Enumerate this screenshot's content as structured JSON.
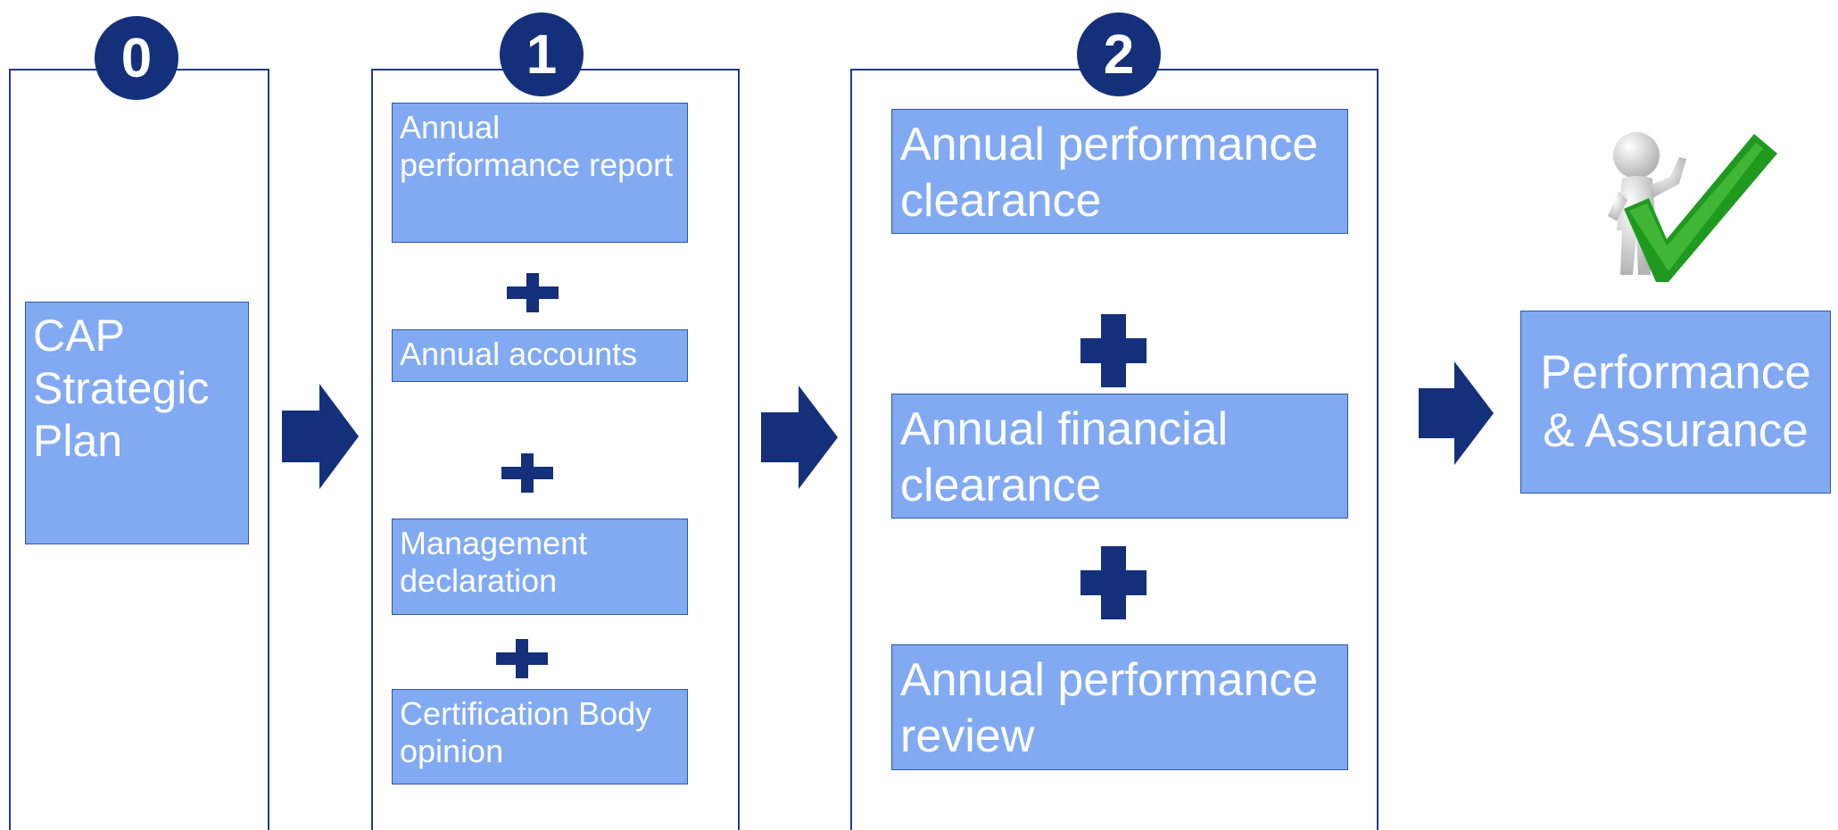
{
  "stages": [
    {
      "number": "0",
      "items": [
        {
          "label": "CAP Strategic Plan"
        }
      ]
    },
    {
      "number": "1",
      "items": [
        {
          "label": "Annual performance report"
        },
        {
          "label": "Annual accounts"
        },
        {
          "label": "Management declaration"
        },
        {
          "label": "Certification Body opinion"
        }
      ]
    },
    {
      "number": "2",
      "items": [
        {
          "label": "Annual performance clearance"
        },
        {
          "label": "Annual financial clearance"
        },
        {
          "label": "Annual performance review"
        }
      ]
    }
  ],
  "result": {
    "label": "Performance & Assurance"
  },
  "icons": [
    "right-arrow-icon",
    "plus-icon",
    "figure-with-checkmark-icon"
  ],
  "colors": {
    "dark_navy": "#14307a",
    "box_fill": "#82aaf2",
    "check_green": "#1f9a1f"
  }
}
